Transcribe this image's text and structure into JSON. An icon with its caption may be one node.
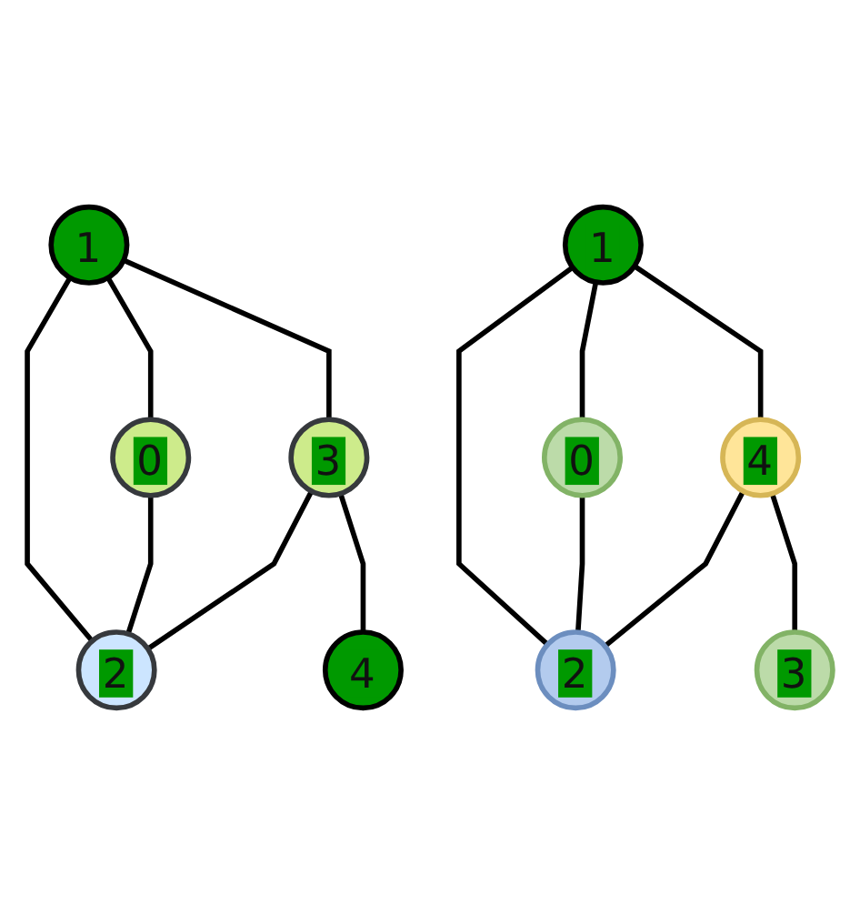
{
  "diagram": {
    "nodes": [
      {
        "text": [
          "1"
        ]
      },
      {
        "text": [
          "0"
        ]
      },
      {
        "text": [
          "3"
        ]
      },
      {
        "text": [
          "4"
        ]
      },
      {
        "text": [
          "2"
        ]
      },
      {
        "text": [
          "1"
        ]
      },
      {
        "text": [
          "0"
        ]
      },
      {
        "text": [
          "4"
        ]
      },
      {
        "text": [
          "3"
        ]
      },
      {
        "text": [
          "2"
        ]
      }
    ],
    "edges": [
      {
        "from": 0,
        "to": 1,
        "arrow": "none"
      },
      {
        "from": 0,
        "to": 2,
        "arrow": "none"
      },
      {
        "from": 0,
        "to": 4,
        "arrow": "none"
      },
      {
        "from": 1,
        "to": 4,
        "arrow": "none"
      },
      {
        "from": 2,
        "to": 4,
        "arrow": "none"
      },
      {
        "from": 2,
        "to": 3,
        "arrow": "none"
      },
      {
        "from": 5,
        "to": 6,
        "arrow": "none"
      },
      {
        "from": 5,
        "to": 7,
        "arrow": "none"
      },
      {
        "from": 5,
        "to": 9,
        "arrow": "none"
      },
      {
        "from": 6,
        "to": 9,
        "arrow": "none"
      },
      {
        "from": 7,
        "to": 9,
        "arrow": "none"
      },
      {
        "from": 7,
        "to": 8,
        "arrow": "none"
      }
    ]
  }
}
